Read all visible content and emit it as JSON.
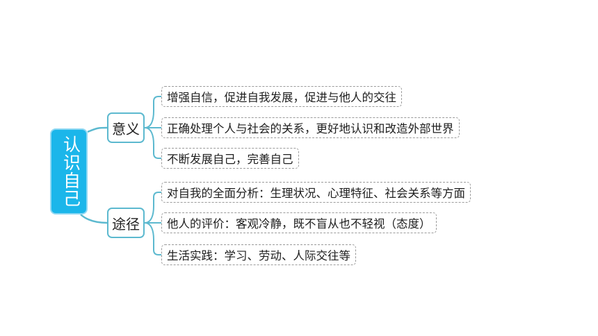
{
  "mindmap": {
    "root": {
      "label": "认识自己"
    },
    "branches": [
      {
        "label": "意义",
        "leaves": [
          "增强自信，促进自我发展，促进与他人的交往",
          "正确处理个人与社会的关系，更好地认识和改造外部世界",
          "不断发展自己，完善自己"
        ]
      },
      {
        "label": "途径",
        "leaves": [
          "对自我的全面分析：生理状况、心理特征、社会关系等方面",
          "他人的评价：客观冷静，既不盲从也不轻视（态度）",
          "生活实践：学习、劳动、人际交往等"
        ]
      }
    ],
    "colors": {
      "root_fill": "#1bb6ea",
      "branch_border": "#5cb9cf",
      "connector": "#5cb9cf",
      "leaf_border": "#9a9a9a"
    }
  }
}
